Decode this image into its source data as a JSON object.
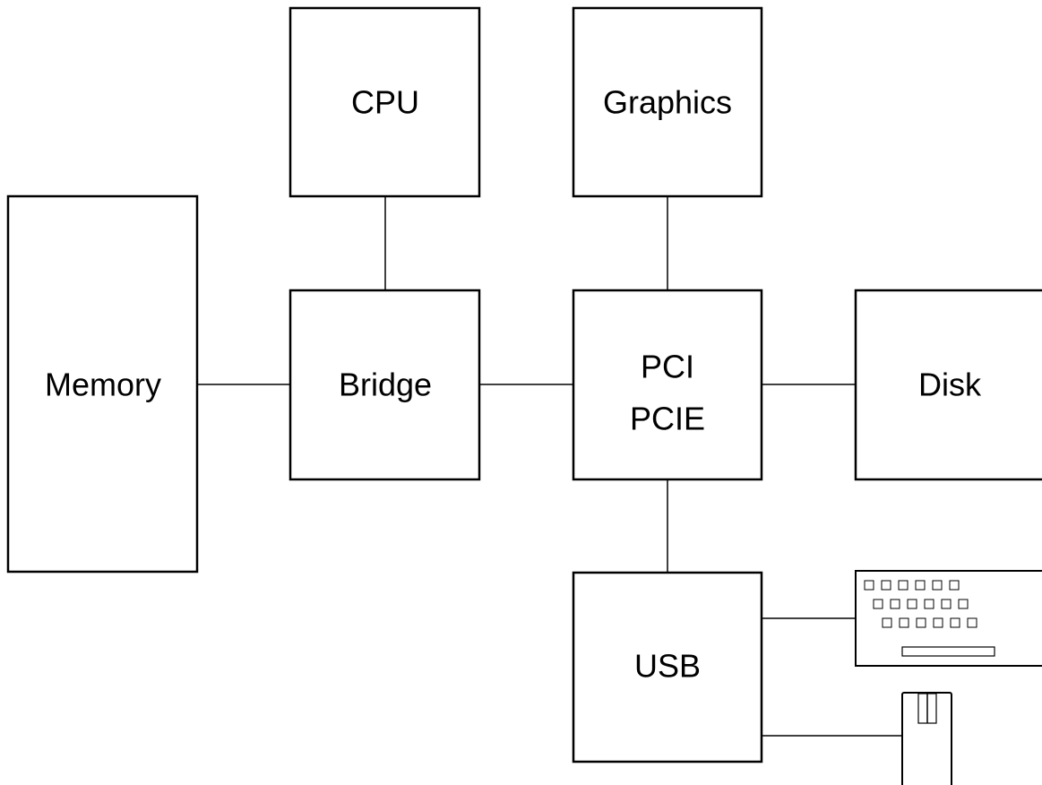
{
  "diagram": {
    "nodes": {
      "cpu": {
        "label": "CPU"
      },
      "graphics": {
        "label": "Graphics"
      },
      "memory": {
        "label": "Memory"
      },
      "bridge": {
        "label": "Bridge"
      },
      "pci": {
        "line1": "PCI",
        "line2": "PCIE"
      },
      "disk": {
        "label": "Disk"
      },
      "usb": {
        "label": "USB"
      }
    },
    "devices": {
      "keyboard": {
        "icon": "keyboard-icon",
        "key_rows": [
          6,
          6,
          6
        ]
      },
      "usb_stick": {
        "icon": "usb-flash-drive-icon"
      }
    },
    "connections": [
      {
        "from": "cpu",
        "to": "bridge"
      },
      {
        "from": "memory",
        "to": "bridge"
      },
      {
        "from": "bridge",
        "to": "pci"
      },
      {
        "from": "graphics",
        "to": "pci"
      },
      {
        "from": "pci",
        "to": "disk"
      },
      {
        "from": "pci",
        "to": "usb"
      },
      {
        "from": "usb",
        "to": "keyboard"
      },
      {
        "from": "usb",
        "to": "usb_stick"
      }
    ]
  }
}
